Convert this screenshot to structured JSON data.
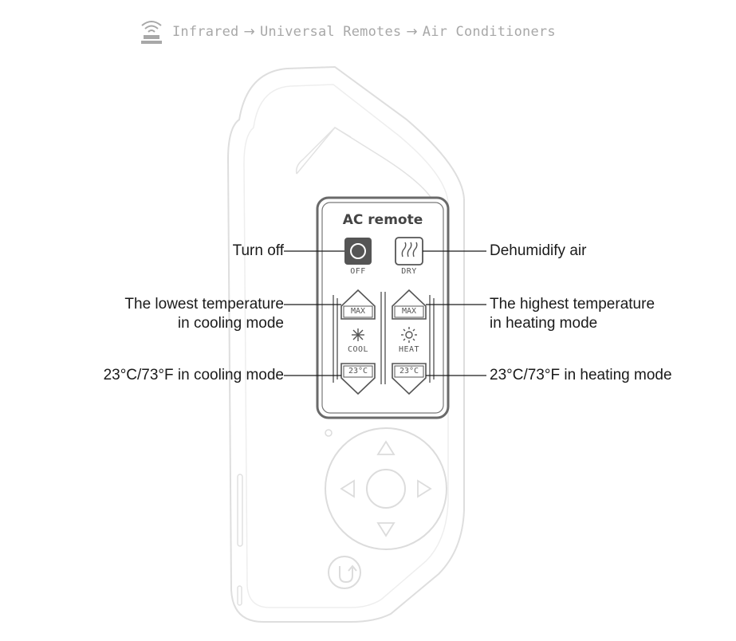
{
  "breadcrumb": {
    "icon": "infrared-icon",
    "items": [
      "Infrared",
      "Universal Remotes",
      "Air Conditioners"
    ],
    "separator": "→"
  },
  "device": {
    "screen_title": "AC remote",
    "buttons": {
      "off": "OFF",
      "dry": "DRY",
      "cool_max": "MAX",
      "heat_max": "MAX",
      "cool": "COOL",
      "heat": "HEAT",
      "cool_temp": "23°C",
      "heat_temp": "23°C"
    }
  },
  "callouts": {
    "turn_off": "Turn off",
    "dehumidify": "Dehumidify air",
    "lowest_temp": [
      "The lowest temperature",
      "in cooling mode"
    ],
    "highest_temp": [
      "The highest temperature",
      "in heating mode"
    ],
    "cool_23": "23°C/73°F in cooling mode",
    "heat_23": "23°C/73°F in heating mode"
  },
  "colors": {
    "device_outline": "#dcdcdc",
    "screen_frame": "#6a6a6a",
    "ink": "#1a1a1a",
    "muted": "#a8a8a8"
  }
}
